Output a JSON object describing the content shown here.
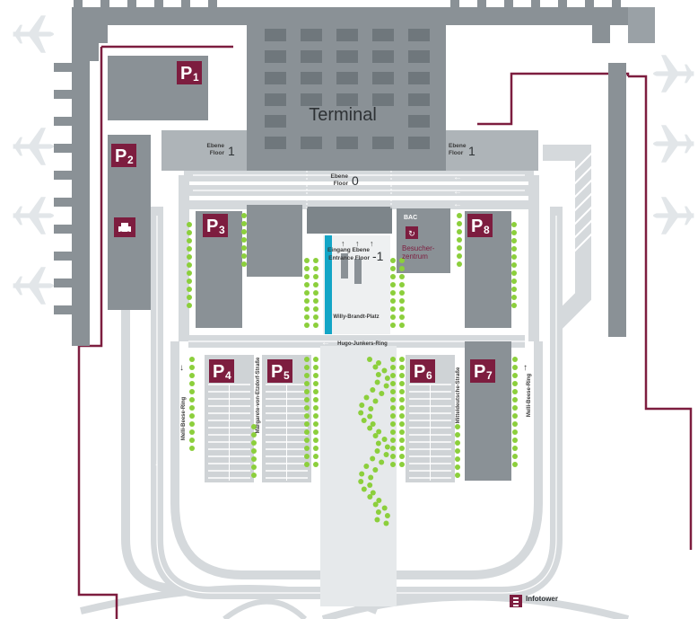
{
  "colors": {
    "background": "#ffffff",
    "building": "#8a9196",
    "building_dark": "#6f777c",
    "road": "#d5d9dc",
    "road_line": "#ffffff",
    "border": "#7d1d3f",
    "parking_badge": "#7d1d3f",
    "tree": "#8ccf3c",
    "water": "#13a5c6",
    "airplane": "#e2e6e9"
  },
  "icons": [
    "airplane-icon",
    "taxi-icon",
    "visitor-center-icon",
    "infotower-icon",
    "arrow-icon"
  ],
  "terminal": {
    "label": "Terminal"
  },
  "floors": {
    "level1_left": {
      "de": "Ebene",
      "en": "Floor",
      "num": "1"
    },
    "level1_right": {
      "de": "Ebene",
      "en": "Floor",
      "num": "1"
    },
    "level0": {
      "de": "Ebene",
      "en": "Floor",
      "num": "0"
    },
    "entrance": {
      "de": "Eingang Ebene",
      "en": "Entrance Floor",
      "num": "-1"
    }
  },
  "parking": [
    {
      "id": "p1",
      "letter": "P",
      "num": "1"
    },
    {
      "id": "p2",
      "letter": "P",
      "num": "2"
    },
    {
      "id": "p3",
      "letter": "P",
      "num": "3"
    },
    {
      "id": "p4",
      "letter": "P",
      "num": "4"
    },
    {
      "id": "p5",
      "letter": "P",
      "num": "5"
    },
    {
      "id": "p6",
      "letter": "P",
      "num": "6"
    },
    {
      "id": "p7",
      "letter": "P",
      "num": "7"
    },
    {
      "id": "p8",
      "letter": "P",
      "num": "8"
    }
  ],
  "visitor_center": {
    "badge": "BAC",
    "label_line1": "Besucher-",
    "label_line2": "zentrum"
  },
  "places": {
    "plaza": "Willy-Brandt-Platz",
    "ring": "Hugo-Junkers-Ring",
    "street_left": "Melli-Beese-Ring",
    "street_p4p5": "Margarete-von-Etzdorf-Straße",
    "street_p7": "Mitteldeutsche-Straße",
    "street_right": "Melli-Beese-Ring"
  },
  "infotower": {
    "label": "Infotower"
  }
}
